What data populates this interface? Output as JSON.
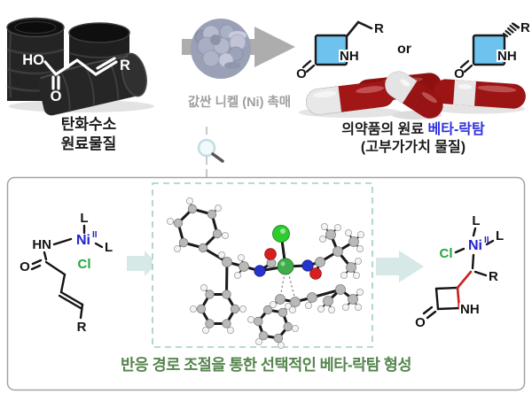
{
  "top": {
    "source": {
      "caption_line1": "탄화수소",
      "caption_line2": "원료물질",
      "labels": {
        "ho": "HO",
        "o": "O",
        "r": "R"
      }
    },
    "catalyst": {
      "caption": "값싼 니켈 (Ni) 촉매"
    },
    "product": {
      "or_label": "or",
      "lactam_left": {
        "o": "O",
        "nh": "NH",
        "r": "R"
      },
      "lactam_right": {
        "o": "O",
        "nh": "NH",
        "r": "R"
      },
      "caption_main": "의약품의 원료",
      "caption_highlight": "베타-락탐",
      "caption_sub": "(고부가가치 물질)"
    }
  },
  "bottom": {
    "reactant_labels": {
      "l_top": "L",
      "l_right": "L",
      "ni": "Ni",
      "ox": "II",
      "cl": "Cl",
      "hn": "HN",
      "o": "O",
      "r": "R"
    },
    "product_labels": {
      "l_top": "L",
      "l_right": "L",
      "ni": "Ni",
      "ox": "II",
      "cl": "Cl",
      "nh": "NH",
      "o": "O",
      "r": "R"
    },
    "caption": "반응 경로 조절을 통한 선택적인 베타-락탐 형성"
  },
  "colors": {
    "nickel_blue": "#2222cc",
    "chlorine_green": "#1fa83c",
    "lactam_ring_fill": "#6ec2ee",
    "beta_lactam_highlight_blue": "#3030e0",
    "pathway_caption_green": "#55854d",
    "catalyst_caption_gray": "#9f9f9f",
    "arrow_gray": "#adadad",
    "teal_arrow": "#d6e9e6",
    "pill_red": "#a31616",
    "red_bond": "#cc2020"
  }
}
